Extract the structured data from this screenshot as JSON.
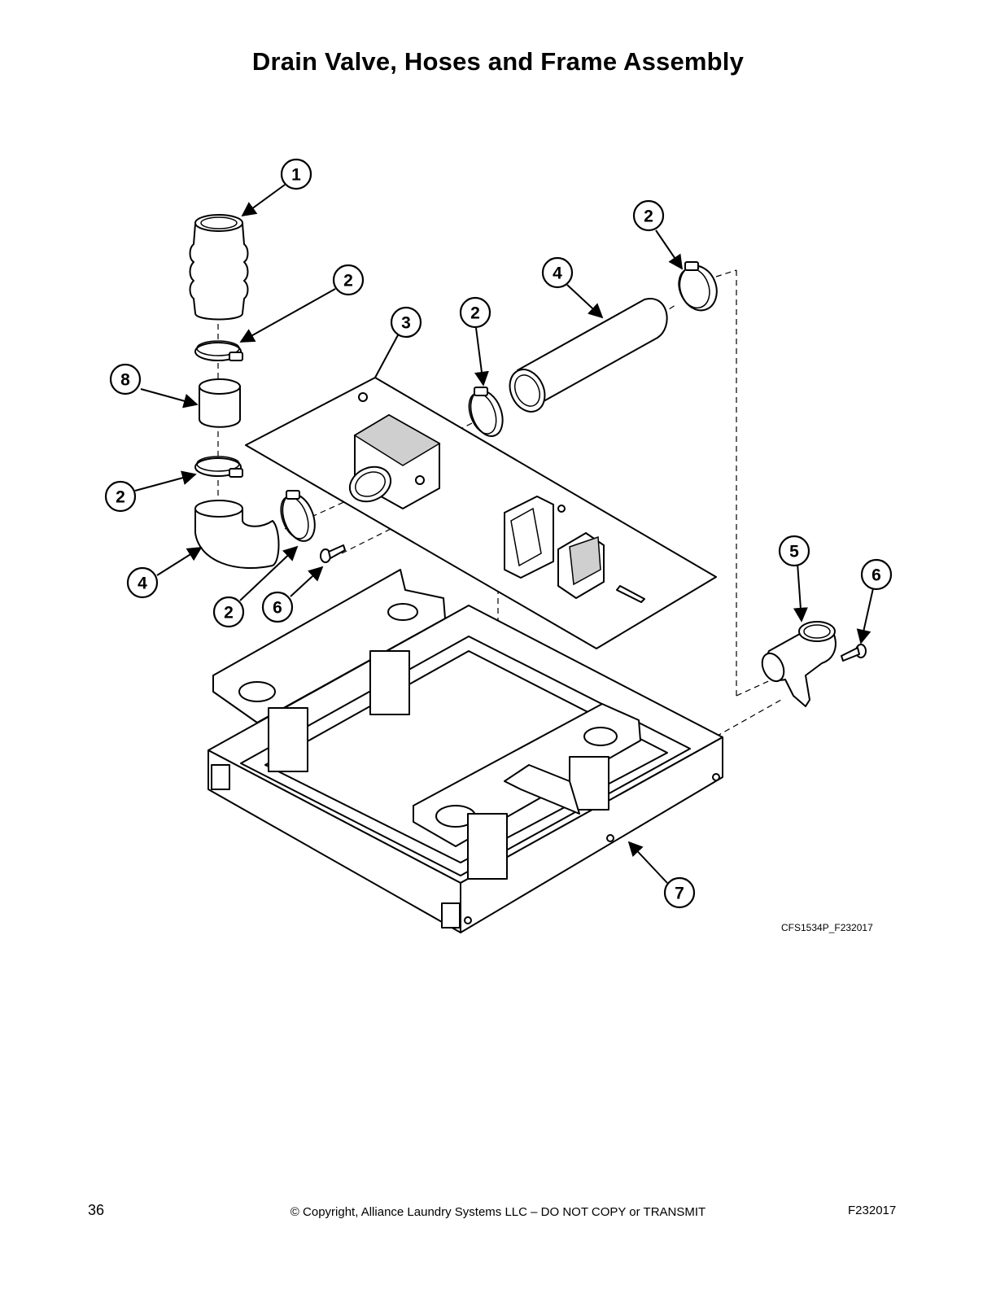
{
  "page": {
    "title": "Drain Valve, Hoses and Frame Assembly",
    "figure_code": "CFS1534P_F232017",
    "page_number": "36",
    "copyright": "© Copyright, Alliance Laundry Systems LLC – DO NOT COPY or TRANSMIT",
    "doc_code": "F232017"
  },
  "callouts": [
    {
      "label": "1"
    },
    {
      "label": "2"
    },
    {
      "label": "2"
    },
    {
      "label": "2"
    },
    {
      "label": "2"
    },
    {
      "label": "2"
    },
    {
      "label": "3"
    },
    {
      "label": "4"
    },
    {
      "label": "4"
    },
    {
      "label": "5"
    },
    {
      "label": "6"
    },
    {
      "label": "6"
    },
    {
      "label": "7"
    },
    {
      "label": "8"
    }
  ]
}
